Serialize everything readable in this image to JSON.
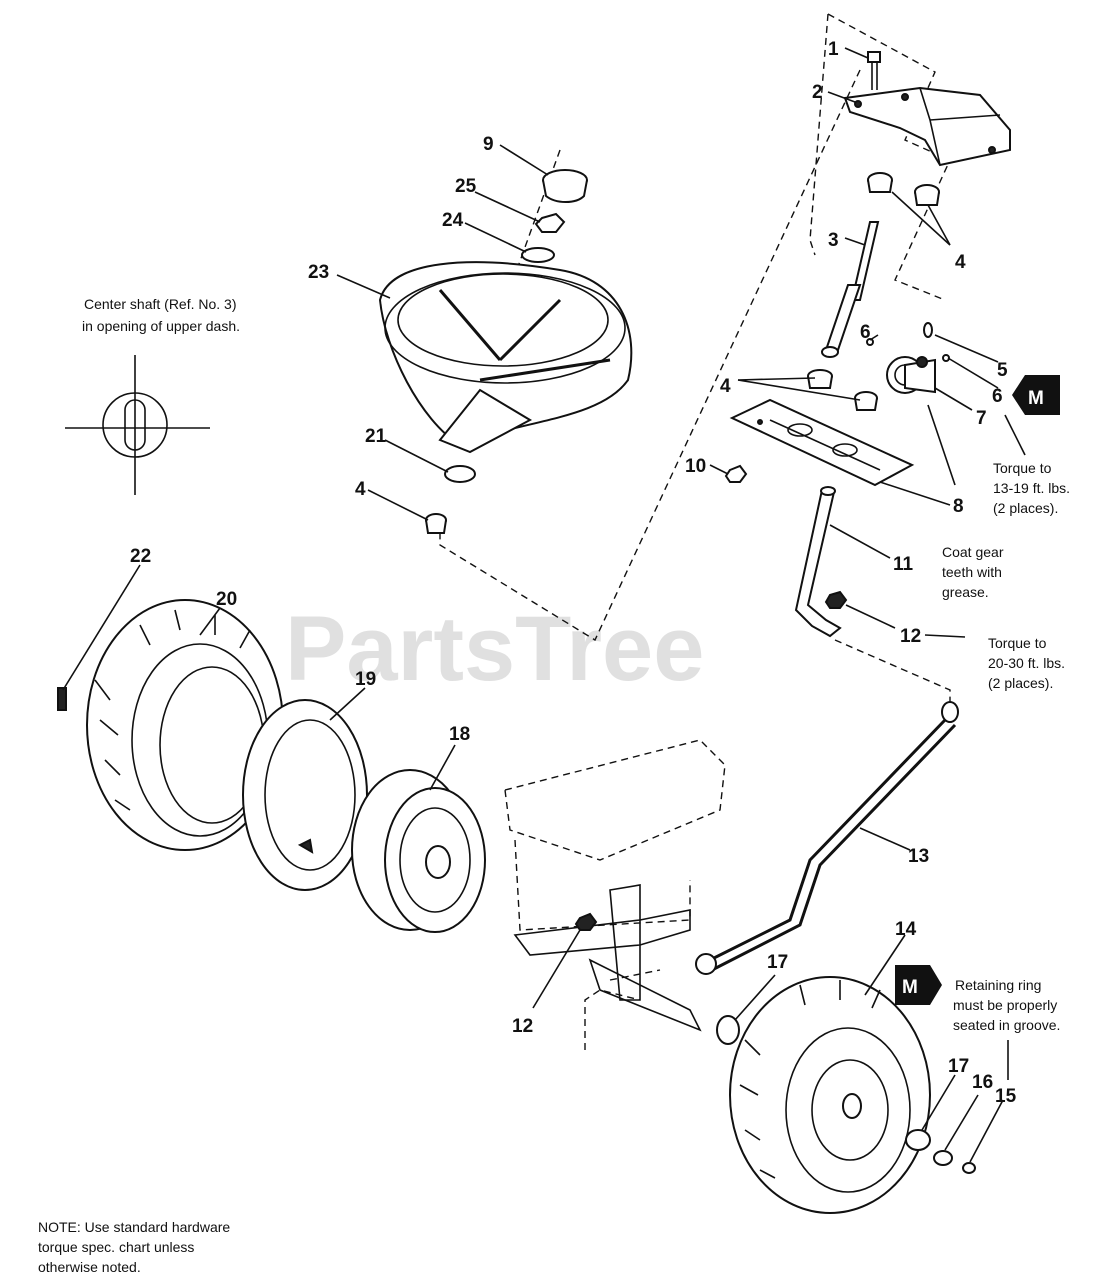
{
  "watermark": "PartsTree",
  "callouts": {
    "c1": "1",
    "c2": "2",
    "c3": "3",
    "c4a": "4",
    "c4b": "4",
    "c4c": "4",
    "c5": "5",
    "c6a": "6",
    "c6b": "6",
    "c7": "7",
    "c8": "8",
    "c9": "9",
    "c10": "10",
    "c11": "11",
    "c12a": "12",
    "c12b": "12",
    "c13": "13",
    "c14": "14",
    "c15": "15",
    "c16": "16",
    "c17a": "17",
    "c17b": "17",
    "c18": "18",
    "c19": "19",
    "c20": "20",
    "c21": "21",
    "c22": "22",
    "c23": "23",
    "c24": "24",
    "c25": "25"
  },
  "notes": {
    "center_shaft": [
      "Center shaft (Ref. No. 3)",
      "in opening of upper dash."
    ],
    "torque_13_19": [
      "Torque to",
      "13-19 ft. lbs.",
      "(2 places)."
    ],
    "coat_gear": [
      "Coat gear",
      "teeth with",
      "grease."
    ],
    "torque_20_30": [
      "Torque to",
      "20-30 ft. lbs.",
      "(2 places)."
    ],
    "retaining_ring": [
      "Retaining ring",
      "must be properly",
      "seated in groove."
    ],
    "footer": [
      "NOTE: Use standard hardware",
      "torque spec. chart unless",
      "otherwise noted."
    ]
  },
  "badges": {
    "m_upper": "M",
    "m_lower": "M"
  }
}
